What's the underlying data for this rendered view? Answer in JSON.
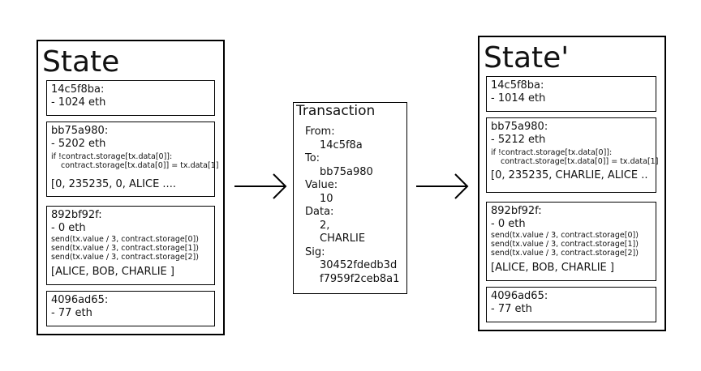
{
  "state": {
    "title": "State",
    "accounts": [
      {
        "address": "14c5f8ba:",
        "balance": "- 1024 eth"
      },
      {
        "address": "bb75a980:",
        "balance": "- 5202 eth",
        "code": [
          "if !contract.storage[tx.data[0]]:",
          "contract.storage[tx.data[0]] = tx.data[1]"
        ],
        "storage": "[0, 235235, 0, ALICE ...."
      },
      {
        "address": "892bf92f:",
        "balance": "- 0 eth",
        "code": [
          "send(tx.value / 3, contract.storage[0])",
          "send(tx.value / 3, contract.storage[1])",
          "send(tx.value / 3, contract.storage[2])"
        ],
        "storage": "[ALICE, BOB, CHARLIE ]"
      },
      {
        "address": "4096ad65:",
        "balance": "- 77 eth"
      }
    ]
  },
  "transaction": {
    "title": "Transaction",
    "from_label": "From:",
    "from": "14c5f8a",
    "to_label": "To:",
    "to": "bb75a980",
    "value_label": "Value:",
    "value": "10",
    "data_label": "Data:",
    "data": [
      "2,",
      "CHARLIE"
    ],
    "sig_label": "Sig:",
    "sig": [
      "30452fdedb3d",
      "f7959f2ceb8a1"
    ]
  },
  "state_prime": {
    "title": "State'",
    "accounts": [
      {
        "address": "14c5f8ba:",
        "balance": "- 1014 eth"
      },
      {
        "address": "bb75a980:",
        "balance": "- 5212 eth",
        "code": [
          "if !contract.storage[tx.data[0]]:",
          "contract.storage[tx.data[0]] = tx.data[1]"
        ],
        "storage": "[0, 235235, CHARLIE, ALICE .."
      },
      {
        "address": "892bf92f:",
        "balance": "- 0 eth",
        "code": [
          "send(tx.value / 3, contract.storage[0])",
          "send(tx.value / 3, contract.storage[1])",
          "send(tx.value / 3, contract.storage[2])"
        ],
        "storage": "[ALICE, BOB, CHARLIE ]"
      },
      {
        "address": "4096ad65:",
        "balance": "- 77 eth"
      }
    ]
  }
}
